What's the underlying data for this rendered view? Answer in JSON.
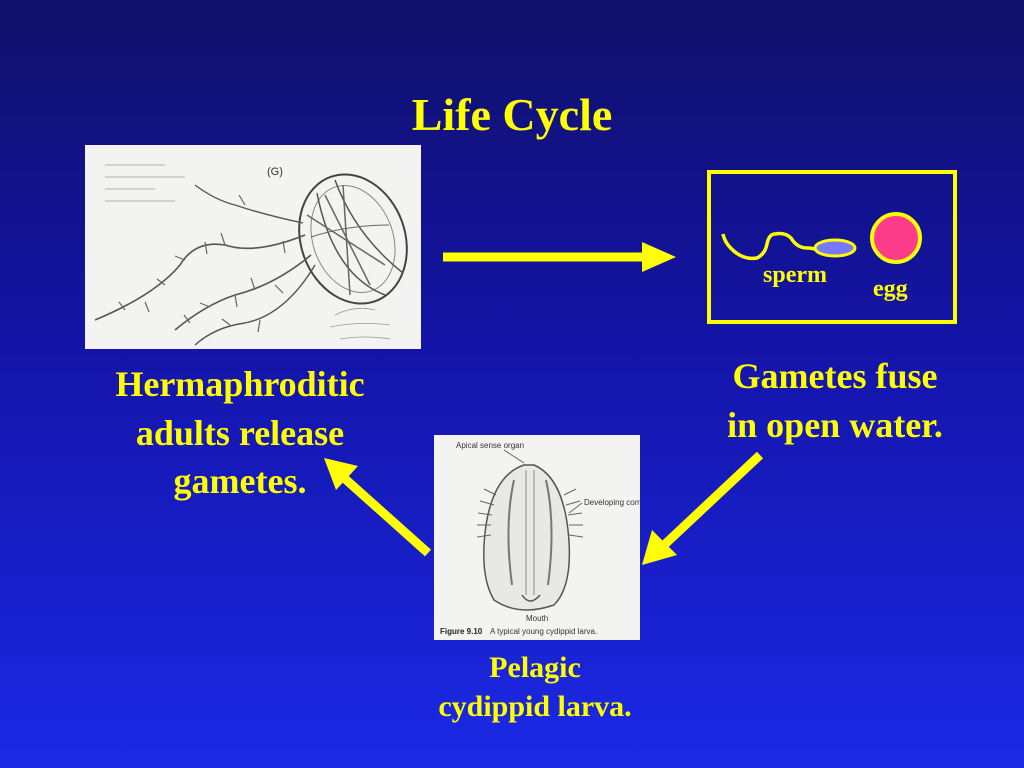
{
  "title": "Life Cycle",
  "adult_figure": {
    "panel_label": "(G)"
  },
  "gametes": {
    "sperm_label": "sperm",
    "egg_label": "egg"
  },
  "stages": {
    "adults": {
      "line1": "Hermaphroditic",
      "line2": "adults release",
      "line3": "gametes."
    },
    "fusion": {
      "line1": "Gametes fuse",
      "line2": "in open water."
    },
    "larva": {
      "line1": "Pelagic",
      "line2": "cydippid larva."
    }
  },
  "larva_figure": {
    "label_apical": "Apical sense organ",
    "label_comb": "Developing comb rows",
    "label_mouth": "Mouth",
    "figure_number": "Figure 9.10",
    "figure_caption": "A typical young cydippid larva."
  },
  "colors": {
    "accent": "#ffff00",
    "egg": "#ff3c8c",
    "sperm_head": "#7878ff",
    "background_top": "#10106a",
    "background_bottom": "#1b29e6"
  }
}
